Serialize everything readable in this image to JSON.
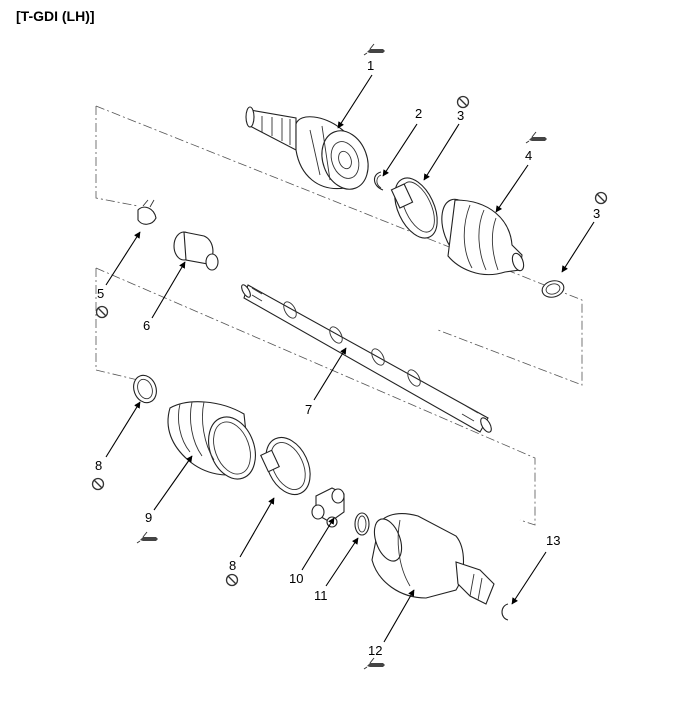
{
  "title": "[T-GDI (LH)]",
  "parts": [
    {
      "id": "callout-1",
      "number": "1",
      "symbol": "grease"
    },
    {
      "id": "callout-2",
      "number": "2",
      "symbol": ""
    },
    {
      "id": "callout-3a",
      "number": "3",
      "symbol": "do-not-reuse"
    },
    {
      "id": "callout-4",
      "number": "4",
      "symbol": "grease"
    },
    {
      "id": "callout-3b",
      "number": "3",
      "symbol": "do-not-reuse"
    },
    {
      "id": "callout-5",
      "number": "5",
      "symbol": "do-not-reuse"
    },
    {
      "id": "callout-6",
      "number": "6",
      "symbol": ""
    },
    {
      "id": "callout-7",
      "number": "7",
      "symbol": ""
    },
    {
      "id": "callout-8a",
      "number": "8",
      "symbol": "do-not-reuse"
    },
    {
      "id": "callout-9",
      "number": "9",
      "symbol": "grease"
    },
    {
      "id": "callout-8b",
      "number": "8",
      "symbol": "do-not-reuse"
    },
    {
      "id": "callout-10",
      "number": "10",
      "symbol": ""
    },
    {
      "id": "callout-11",
      "number": "11",
      "symbol": ""
    },
    {
      "id": "callout-12",
      "number": "12",
      "symbol": "grease"
    },
    {
      "id": "callout-13",
      "number": "13",
      "symbol": ""
    }
  ],
  "colors": {
    "line": "#222222",
    "background": "#ffffff"
  }
}
